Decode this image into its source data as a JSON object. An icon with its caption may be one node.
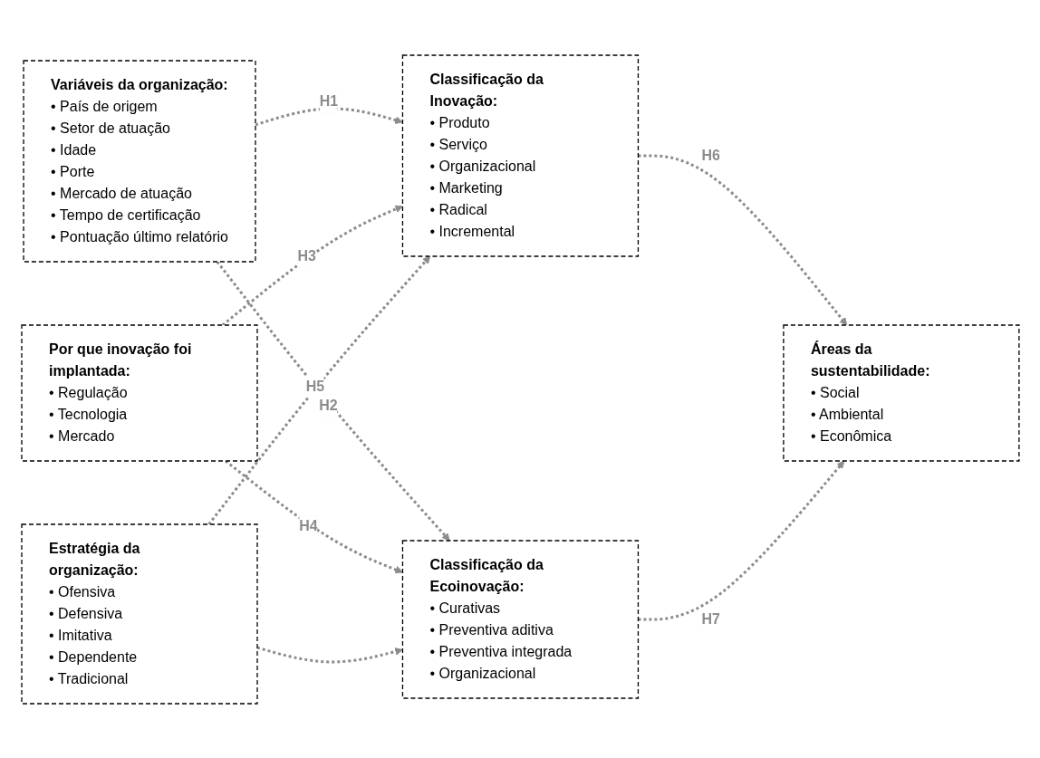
{
  "diagram": {
    "nodes": [
      {
        "text": [
          "Variáveis da organização:",
          "• País de origem",
          "• Setor de atuação",
          "• Idade",
          "• Porte",
          "• Mercado de atuação",
          "• Tempo de certificação",
          "• Pontuação último relatório"
        ]
      },
      {
        "text": [
          "Por que inovação foi implantada:",
          "• Regulação",
          "• Tecnologia",
          "• Mercado"
        ]
      },
      {
        "text": [
          "Estratégia da organização:",
          "• Ofensiva",
          "• Defensiva",
          "• Imitativa",
          "• Dependente",
          "• Tradicional"
        ]
      },
      {
        "text": [
          "Classificação da Inovação:",
          "• Produto",
          "• Serviço",
          "• Organizacional",
          "• Marketing",
          "• Radical",
          "• Incremental"
        ]
      },
      {
        "text": [
          "Classificação da Ecoinovação:",
          "• Curativas",
          "• Preventiva aditiva",
          "• Preventiva integrada",
          "• Organizacional"
        ]
      },
      {
        "text": [
          "Áreas da sustentabilidade:",
          "• Social",
          "• Ambiental",
          "• Econômica"
        ]
      }
    ],
    "edges": [
      {
        "from": 0,
        "to": 3,
        "arrow": "to",
        "label": "H1",
        "style": "dashed"
      },
      {
        "from": 0,
        "to": 4,
        "arrow": "to",
        "label": "H2",
        "style": "dashed"
      },
      {
        "from": 1,
        "to": 3,
        "arrow": "to",
        "label": "H3",
        "style": "dashed"
      },
      {
        "from": 1,
        "to": 4,
        "arrow": "to",
        "label": "H4",
        "style": "dashed"
      },
      {
        "from": 2,
        "to": 3,
        "arrow": "to",
        "label": "H5",
        "style": "dashed"
      },
      {
        "from": 2,
        "to": 4,
        "arrow": "to",
        "style": "dashed"
      },
      {
        "from": 3,
        "to": 5,
        "arrow": "to",
        "label": "H6",
        "style": "dashed"
      },
      {
        "from": 4,
        "to": 5,
        "arrow": "to",
        "label": "H7",
        "style": "dashed"
      }
    ]
  }
}
